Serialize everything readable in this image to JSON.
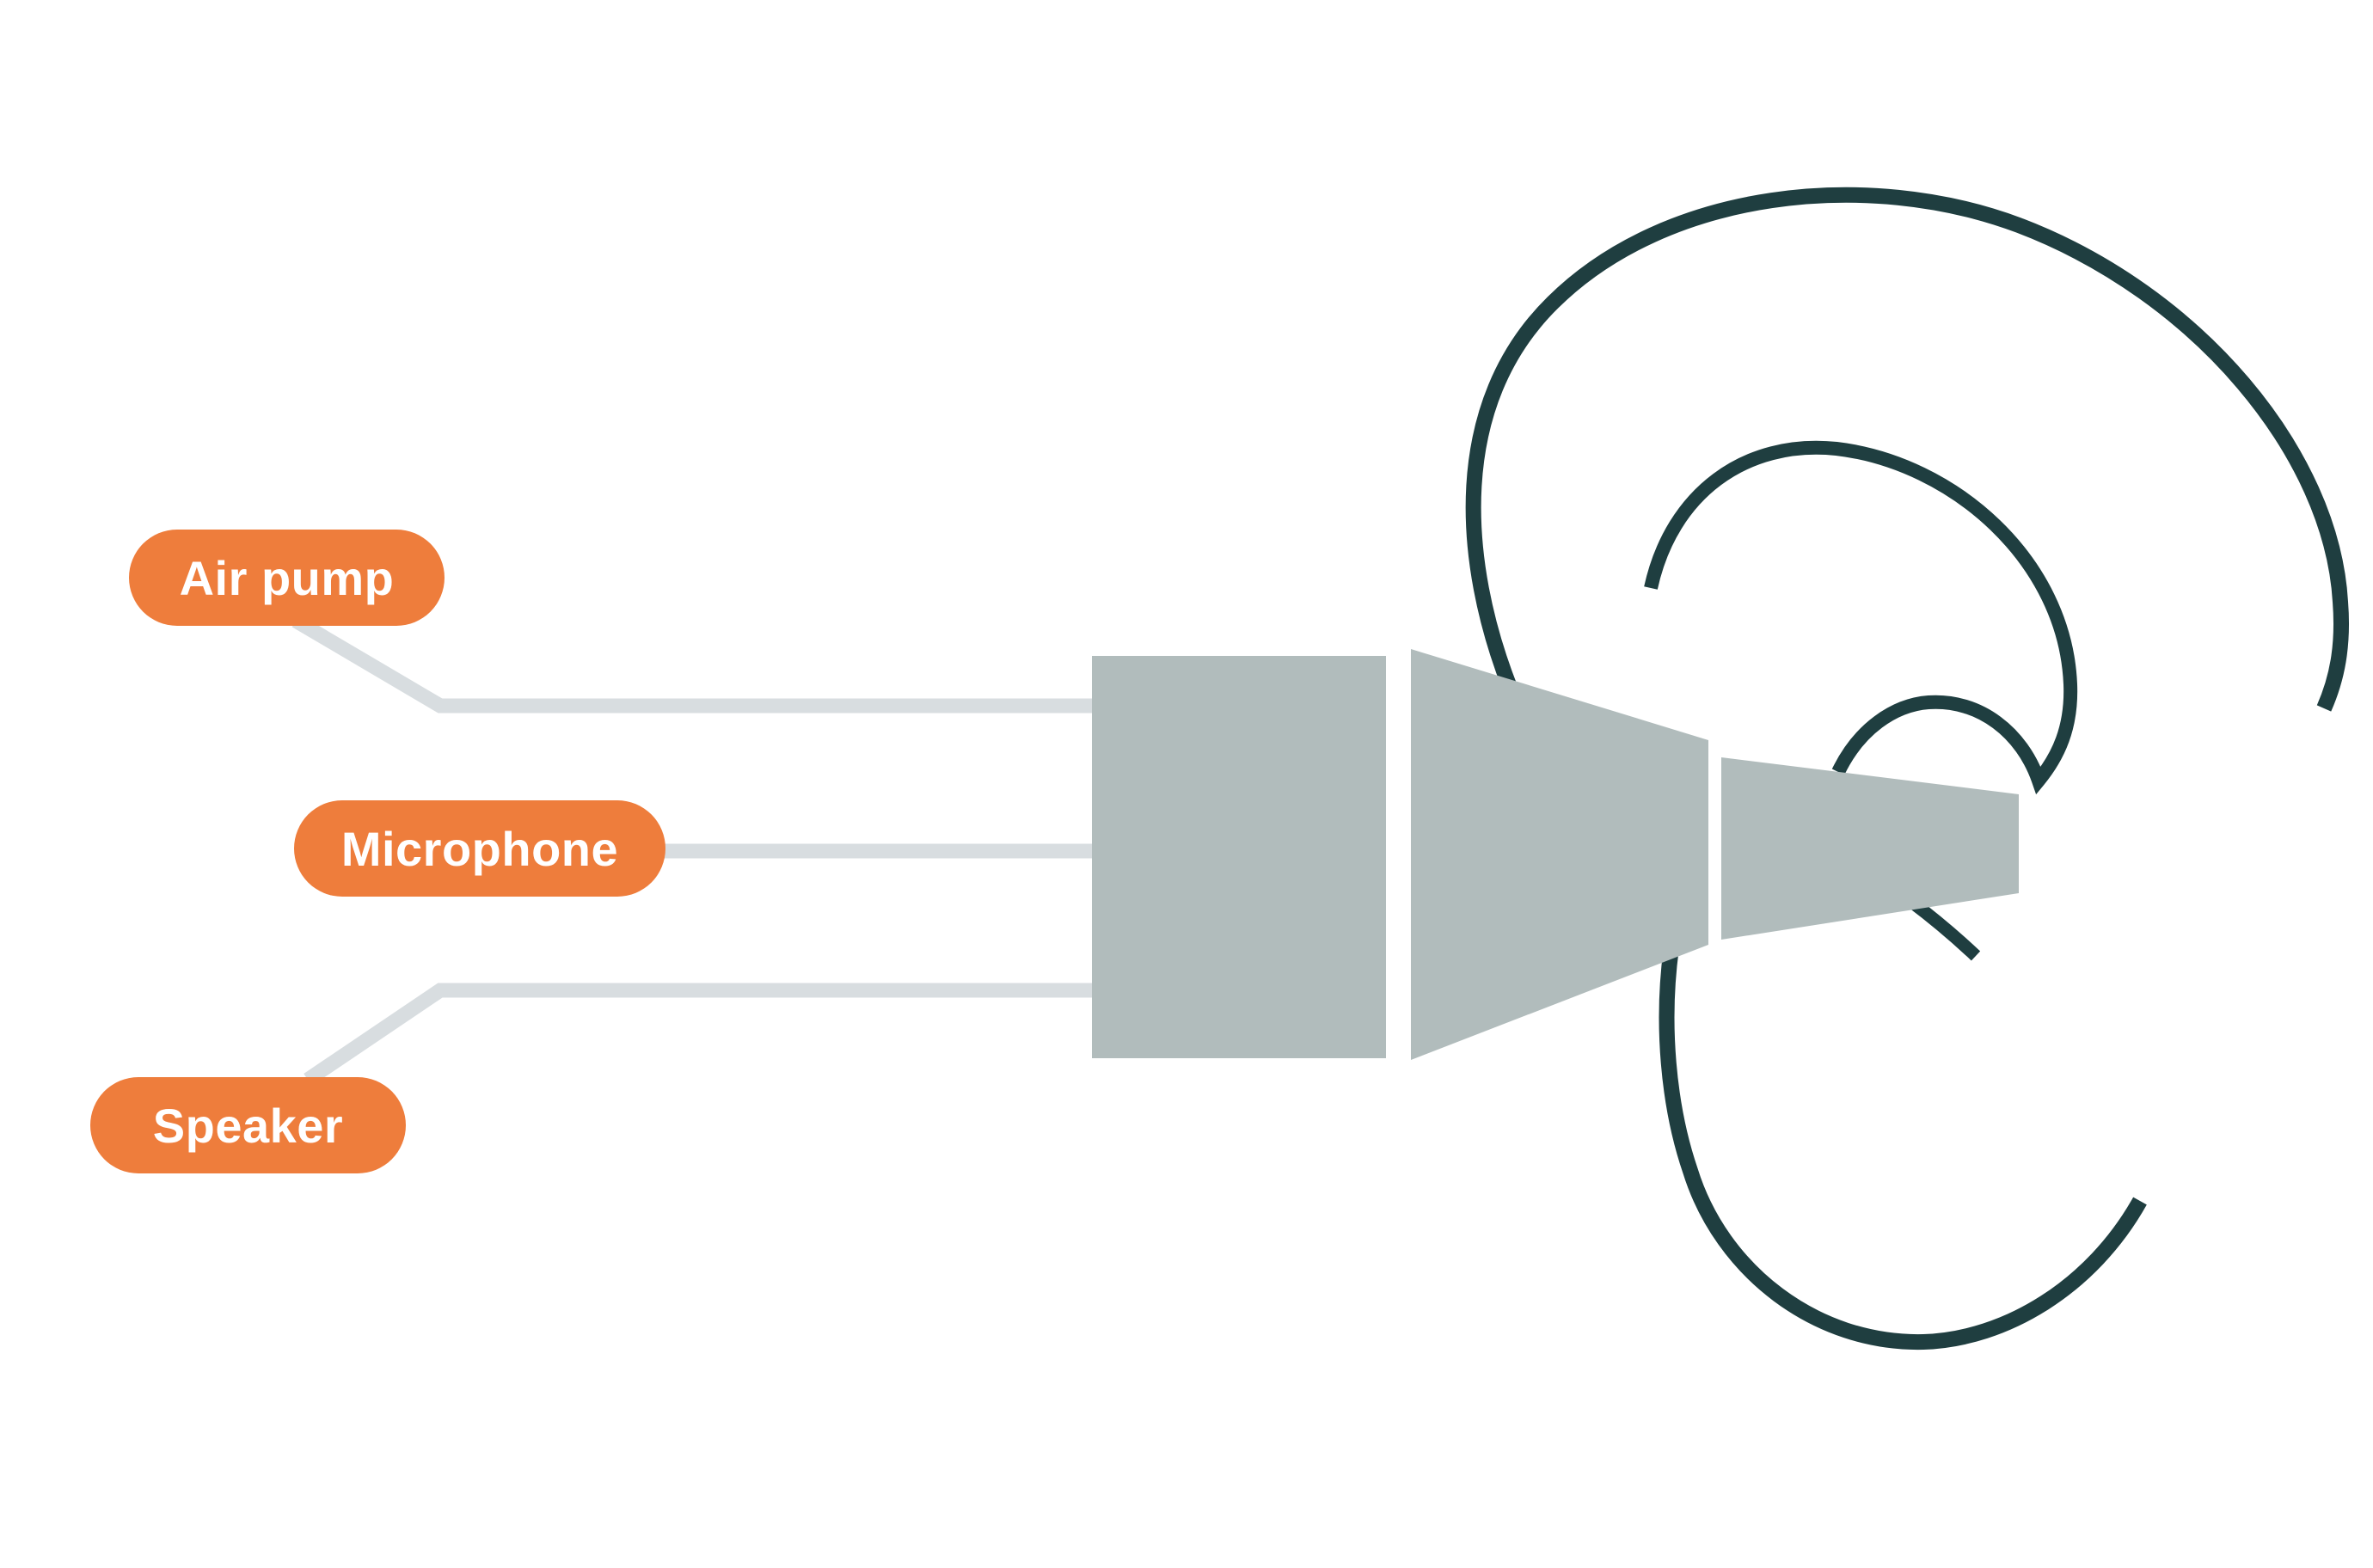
{
  "labels": {
    "air_pump": "Air pump",
    "microphone": "Microphone",
    "speaker": "Speaker"
  },
  "colors": {
    "background": "#ffffff",
    "label_bg": "#ee7d3c",
    "label_text": "#ffffff",
    "probe_fill": "#b1bcbc",
    "connector": "#d8dde0",
    "ear_outline": "#1f3e40"
  }
}
